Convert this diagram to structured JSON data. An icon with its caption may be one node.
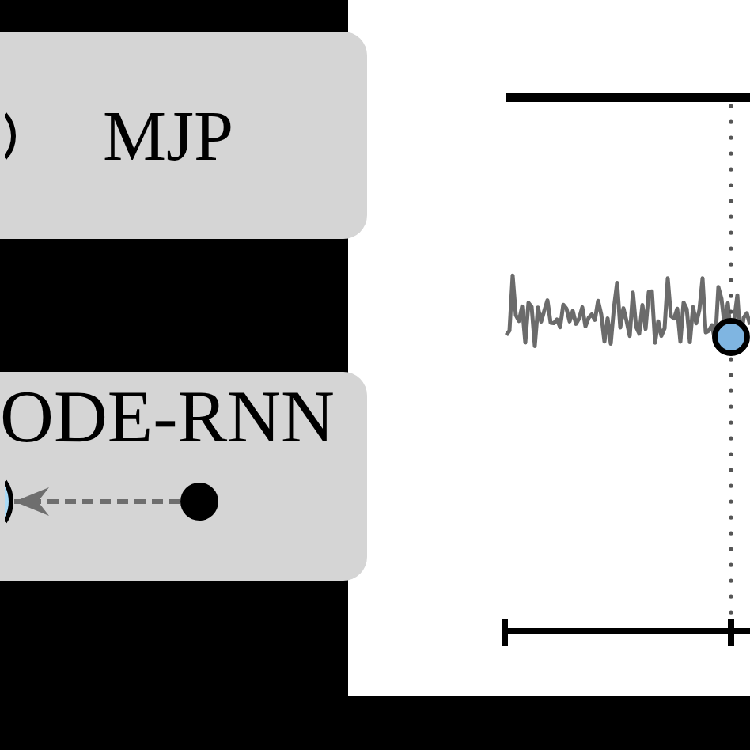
{
  "diagram": {
    "nodes": [
      {
        "text": [
          "MJP"
        ]
      },
      {
        "text": [],
        "shape": "circle",
        "in": 0
      },
      {
        "text": [
          "ODE-RNN"
        ]
      },
      {
        "text": [],
        "shape": "circle",
        "in": 2
      },
      {
        "text": [],
        "shape": "circle",
        "in": 2
      },
      {
        "text": [],
        "shape": "circle"
      }
    ],
    "edges": [
      {
        "from": 4,
        "to": 3,
        "arrow": "to",
        "style": "dashed",
        "color": "#6e6e6e"
      }
    ]
  }
}
